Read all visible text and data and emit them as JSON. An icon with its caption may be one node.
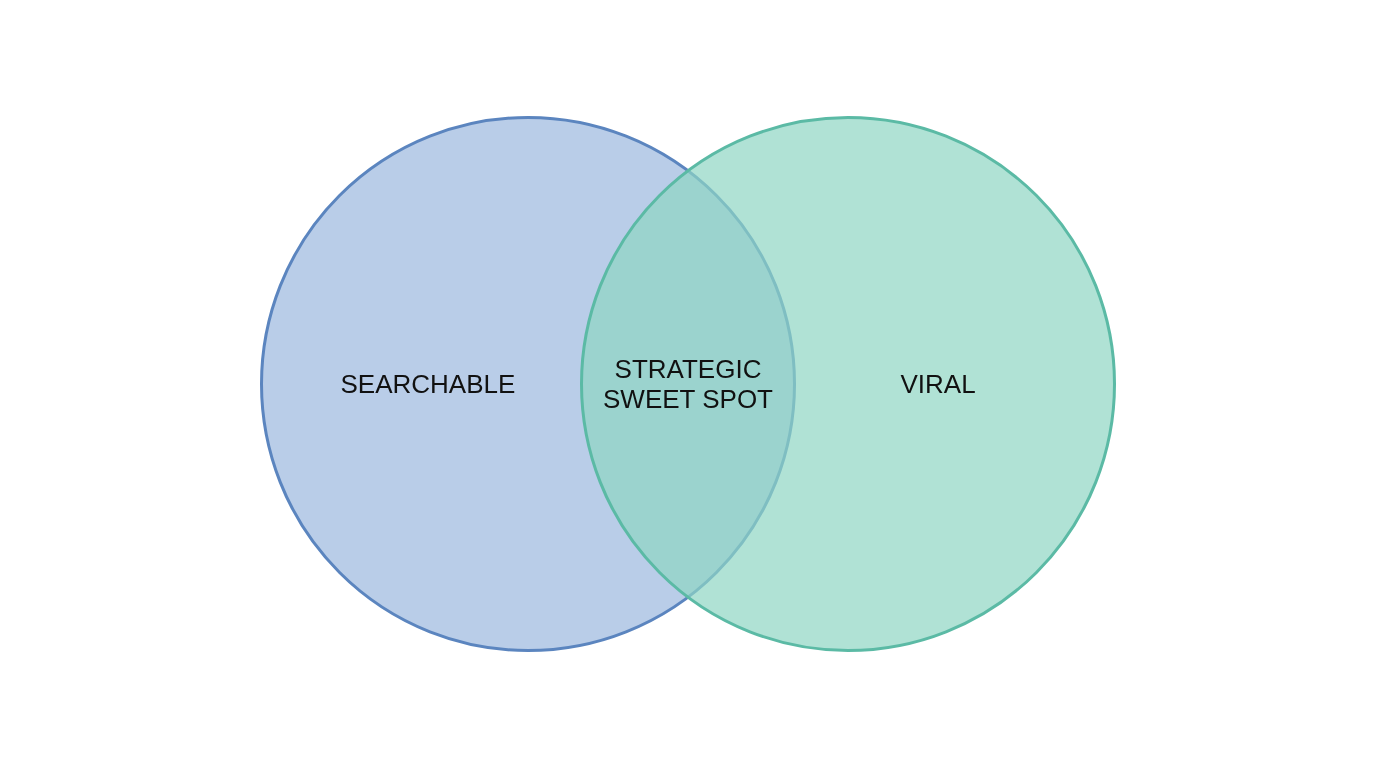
{
  "diagram": {
    "nodes": [
      {
        "text": [
          "SEARCHABLE"
        ]
      },
      {
        "text": [
          "VIRAL"
        ]
      }
    ],
    "labels": [
      "STRATEGIC SWEET SPOT"
    ]
  }
}
